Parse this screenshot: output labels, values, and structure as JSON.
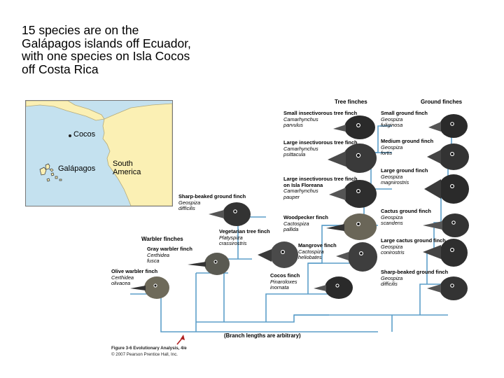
{
  "slide": {
    "title_lines": [
      "15 species are on the",
      "Galápagos islands off Ecuador,",
      "with one species on Isla Cocos",
      "off Costa Rica"
    ]
  },
  "map": {
    "labels": {
      "cocos": "Cocos",
      "galapagos": "Galápagos",
      "south_america_1": "South",
      "south_america_2": "America"
    },
    "colors": {
      "ocean": "#c4e1ef",
      "land": "#fbf0b4"
    }
  },
  "headers": {
    "tree_finches": "Tree finches",
    "ground_finches": "Ground finches",
    "warbler_finches": "Warbler finches"
  },
  "finches": {
    "small_insectivorous_tree": {
      "name": "Small insectivorous tree finch",
      "sci_1": "Camarhynchus",
      "sci_2": "parvulus"
    },
    "large_insectivorous_tree": {
      "name": "Large insectivorous tree finch",
      "sci_1": "Camarhynchus",
      "sci_2": "psittacula"
    },
    "large_insectivorous_floreana": {
      "name_1": "Large insectivorous tree finch",
      "name_2": "on Isla Floreana",
      "sci_1": "Camarhynchus",
      "sci_2": "pauper"
    },
    "woodpecker": {
      "name": "Woodpecker finch",
      "sci_1": "Cactospiza",
      "sci_2": "pallida"
    },
    "mangrove": {
      "name": "Mangrove finch",
      "sci_1": "Cactospiza",
      "sci_2": "heliobates"
    },
    "cocos": {
      "name": "Cocos finch",
      "sci_1": "Pinaroloxes",
      "sci_2": "inornata"
    },
    "vegetarian_tree": {
      "name": "Vegetarian tree finch",
      "sci_1": "Platyspiza",
      "sci_2": "crassirostris"
    },
    "sharp_beaked_ground_left": {
      "name": "Sharp-beaked ground finch",
      "sci_1": "Geospiza",
      "sci_2": "difficilis"
    },
    "gray_warbler": {
      "name": "Gray warbler finch",
      "sci_1": "Certhidea",
      "sci_2": "fusca"
    },
    "olive_warbler": {
      "name": "Olive warbler finch",
      "sci_1": "Certhidea",
      "sci_2": "olivacea"
    },
    "small_ground": {
      "name": "Small ground finch",
      "sci_1": "Geospiza",
      "sci_2": "fuliginosa"
    },
    "medium_ground": {
      "name": "Medium ground finch",
      "sci_1": "Geospiza",
      "sci_2": "fortis"
    },
    "large_ground": {
      "name": "Large ground finch",
      "sci_1": "Geospiza",
      "sci_2": "magnirostris"
    },
    "cactus_ground": {
      "name": "Cactus ground finch",
      "sci_1": "Geospiza",
      "sci_2": "scandens"
    },
    "large_cactus_ground": {
      "name": "Large cactus ground finch",
      "sci_1": "Geospiza",
      "sci_2": "conirostris"
    },
    "sharp_beaked_ground_right": {
      "name": "Sharp-beaked ground finch",
      "sci_1": "Geospiza",
      "sci_2": "difficilis"
    }
  },
  "tree_note": "(Branch lengths are arbitrary)",
  "caption": {
    "line_1": "Figure 3-6  Evolutionary Analysis, 4/e",
    "line_2": "© 2007 Pearson Prentice Hall, Inc."
  },
  "colors": {
    "tree_lines": "#5c9ec9",
    "arrow": "#b02020"
  }
}
